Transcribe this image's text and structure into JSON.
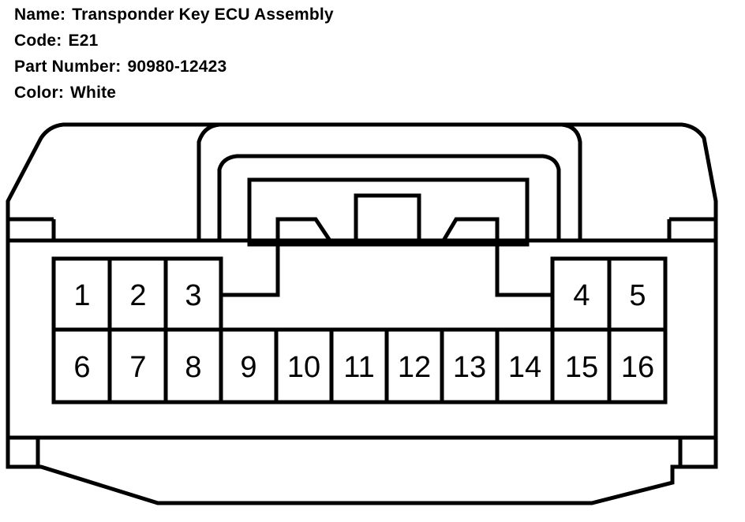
{
  "info": {
    "name_label": "Name:",
    "name_value": "Transponder Key ECU Assembly",
    "code_label": "Code:",
    "code_value": "E21",
    "part_label": "Part Number:",
    "part_value": "90980-12423",
    "color_label": "Color:",
    "color_value": "White"
  },
  "connector": {
    "pins_top_left": [
      "1",
      "2",
      "3"
    ],
    "pins_top_right": [
      "4",
      "5"
    ],
    "pins_bottom": [
      "6",
      "7",
      "8",
      "9",
      "10",
      "11",
      "12",
      "13",
      "14",
      "15",
      "16"
    ]
  }
}
